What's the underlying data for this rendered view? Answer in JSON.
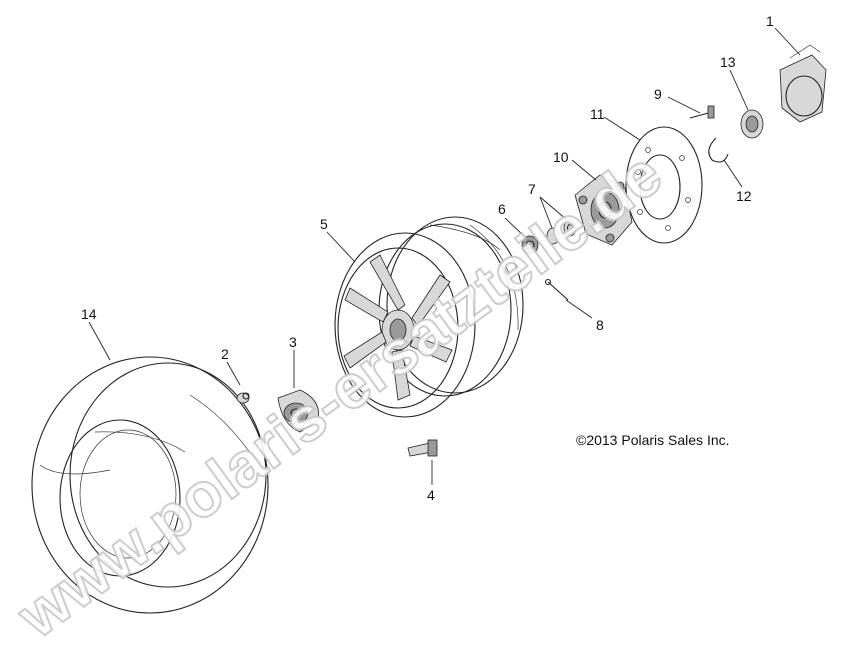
{
  "diagram": {
    "copyright": "©2013 Polaris Sales Inc.",
    "watermark": "www.polaris-ersatzteile.de",
    "callouts": {
      "c1": "1",
      "c2": "2",
      "c3": "3",
      "c4": "4",
      "c5": "5",
      "c6": "6",
      "c7": "7",
      "c8": "8",
      "c9": "9",
      "c10": "10",
      "c11": "11",
      "c12": "12",
      "c13": "13",
      "c14": "14"
    }
  }
}
